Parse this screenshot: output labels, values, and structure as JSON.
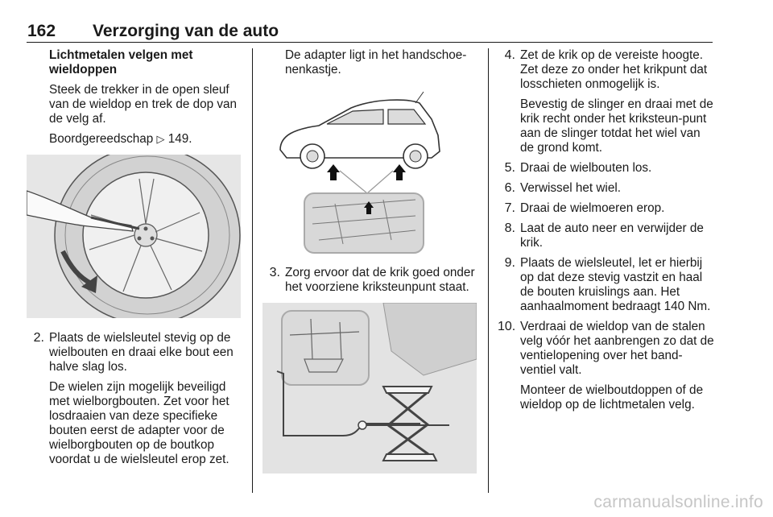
{
  "header": {
    "page_number": "162",
    "title": "Verzorging van de auto"
  },
  "col1": {
    "heading": "Lichtmetalen velgen met wieldoppen",
    "para1": "Steek de trekker in de open sleuf van de wieldop en trek de dop van de velg af.",
    "para2_text": "Boordgereedschap",
    "para2_ref": "149.",
    "step2_num": "2.",
    "step2_text": "Plaats de wielsleutel stevig op de wielbouten en draai elke bout een halve slag los.",
    "step2_note": "De wielen zijn mogelijk beveiligd met wielborgbouten. Zet voor het losdraaien van deze specifieke bouten eerst de adapter voor de wielborgbouten op de boutkop voordat u de wielsleutel erop zet."
  },
  "col2": {
    "para1": "De adapter ligt in het handschoe-nenkastje.",
    "step3_num": "3.",
    "step3_text": "Zorg ervoor dat de krik goed onder het voorziene kriksteunpunt staat."
  },
  "col3": {
    "step4_num": "4.",
    "step4_text": "Zet de krik op de vereiste hoogte. Zet deze zo onder het krikpunt dat losschieten onmogelijk is.",
    "step4_note": "Bevestig de slinger en draai met de krik recht onder het kriksteun-punt aan de slinger totdat het wiel van de grond komt.",
    "step5_num": "5.",
    "step5_text": "Draai de wielbouten los.",
    "step6_num": "6.",
    "step6_text": "Verwissel het wiel.",
    "step7_num": "7.",
    "step7_text": "Draai de wielmoeren erop.",
    "step8_num": "8.",
    "step8_text": "Laat de auto neer en verwijder de krik.",
    "step9_num": "9.",
    "step9_text": "Plaats de wielsleutel, let er hierbij op dat deze stevig vastzit en haal de bouten kruislings aan. Het aanhaalmoment bedraagt 140 Nm.",
    "step10_num": "10.",
    "step10_text": "Verdraai de wieldop van de stalen velg vóór het aanbrengen zo dat de ventielopening over het band-ventiel valt.",
    "step10_note": "Monteer de wielboutdoppen of de wieldop op de lichtmetalen velg."
  },
  "watermark": "carmanualsonline.info",
  "icons": {
    "ref_arrow": "right-triangle-arrow-icon"
  },
  "colors": {
    "text": "#1a1a1a",
    "figure_bg": "#e6e6e6",
    "watermark": "#c6c6c6"
  }
}
